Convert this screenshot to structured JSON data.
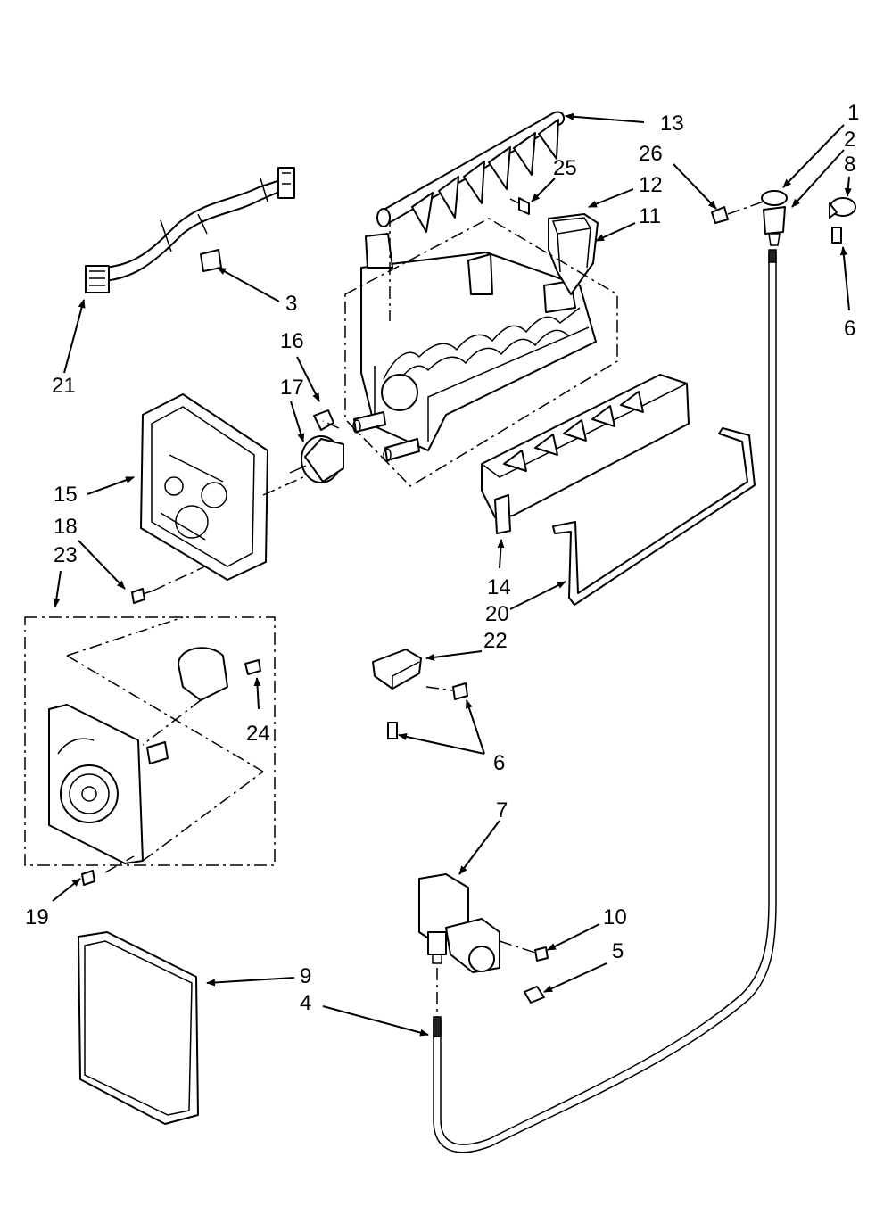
{
  "callouts": [
    {
      "id": "1",
      "text": "1"
    },
    {
      "id": "2",
      "text": "2"
    },
    {
      "id": "3",
      "text": "3"
    },
    {
      "id": "4",
      "text": "4"
    },
    {
      "id": "5",
      "text": "5"
    },
    {
      "id": "6a",
      "text": "6"
    },
    {
      "id": "6b",
      "text": "6"
    },
    {
      "id": "7",
      "text": "7"
    },
    {
      "id": "8",
      "text": "8"
    },
    {
      "id": "9",
      "text": "9"
    },
    {
      "id": "10",
      "text": "10"
    },
    {
      "id": "11",
      "text": "11"
    },
    {
      "id": "12",
      "text": "12"
    },
    {
      "id": "13",
      "text": "13"
    },
    {
      "id": "14",
      "text": "14"
    },
    {
      "id": "15",
      "text": "15"
    },
    {
      "id": "16",
      "text": "16"
    },
    {
      "id": "17",
      "text": "17"
    },
    {
      "id": "18",
      "text": "18"
    },
    {
      "id": "19",
      "text": "19"
    },
    {
      "id": "20",
      "text": "20"
    },
    {
      "id": "21",
      "text": "21"
    },
    {
      "id": "22",
      "text": "22"
    },
    {
      "id": "23",
      "text": "23"
    },
    {
      "id": "24",
      "text": "24"
    },
    {
      "id": "25",
      "text": "25"
    },
    {
      "id": "26",
      "text": "26"
    }
  ]
}
